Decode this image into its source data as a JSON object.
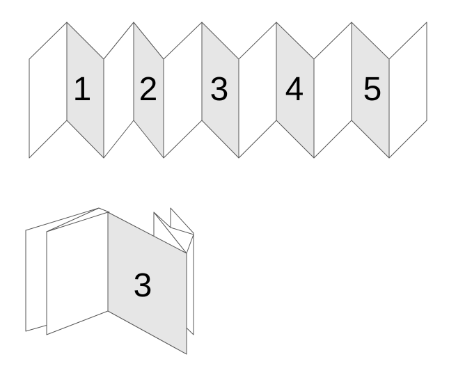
{
  "colors": {
    "stroke": "#555555",
    "panel_light": "#ffffff",
    "panel_shaded": "#e6e6e6",
    "label": "#000000"
  },
  "accordion": {
    "labels": [
      "1",
      "2",
      "3",
      "4",
      "5"
    ]
  },
  "folded_booklet": {
    "label": "3"
  }
}
